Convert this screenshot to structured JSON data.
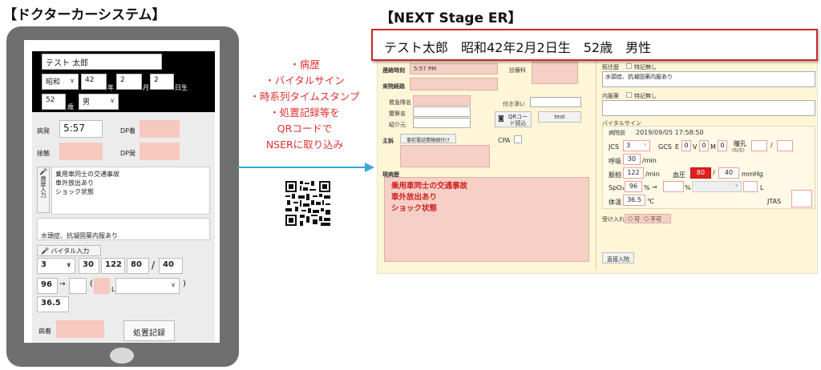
{
  "left_title": "【ドクターカーシステム】",
  "right_title": "【NEXT Stage ER】",
  "tablet": {
    "patient_name": "テスト 太郎",
    "era": "昭和",
    "year": "42",
    "year_unit": "年",
    "month": "2",
    "month_unit": "月",
    "day": "2",
    "day_unit": "日生",
    "age": "52",
    "age_unit": "歳",
    "sex": "男",
    "hasso_label": "病発",
    "hasso_time": "5:57",
    "dp_arrive_label": "DP着",
    "contact_label": "接触",
    "dp_depart_label": "DP発",
    "history_mic_label": "病歴入力",
    "history_lines": [
      "乗用車同士の交通事故",
      "車外放出あり",
      "ショック状態"
    ],
    "past_history": "水頭症、抗凝固薬内服あり",
    "vital_button": "バイタル入力",
    "jcs": "3",
    "hr": "30",
    "bp_sys": "122",
    "bp_dia": "80",
    "bp_slash": "/",
    "bp_extra": "40",
    "spo2": "96",
    "arrow": "→",
    "paren_open": "(",
    "oxygen_unit": "L",
    "paren_close": ")",
    "temp": "36.5",
    "hospital_arrive_label": "病着",
    "treatment_button": "処置記録"
  },
  "middle": {
    "lines": [
      "・病歴",
      "・バイタルサイン",
      "・時系列タイムスタンプ",
      "・処置記録等を",
      "QRコードで",
      "NSERに取り込み"
    ]
  },
  "nser": {
    "banner": "テスト太郎　昭和42年2月2日生　52歳　男性",
    "contact_time_label": "連絡時刻",
    "contact_time": "5:57 PM",
    "route_label": "来院経路",
    "dept_label": "診療科",
    "ambulance_label": "救急隊名",
    "police_label": "警察名",
    "referrer_label": "紹介元",
    "attendant_label": "付き添い",
    "qr_button": "QRコー ド読込",
    "test_button": "test",
    "complaint_label": "主訴",
    "prev_info_button": "事前電話情報細付け",
    "cpa_label": "CPA",
    "present_illness_label": "現病歴",
    "present_illness_lines": [
      "乗用車同士の交通事故",
      "車外放出あり",
      "ショック状態"
    ],
    "past_history_label": "既往歴",
    "no_special": "特記無し",
    "past_history": "水頭症、抗凝固薬内服あり",
    "meds_label": "内服薬",
    "vitals_label": "バイタルサイン",
    "vital_time_label": "病院前",
    "vital_time": "2019/09/05 17:58:50",
    "jcs_label": "JCS",
    "jcs": "3",
    "gcs_label": "GCS",
    "gcs_e_label": "E",
    "gcs_e": "0",
    "gcs_v_label": "V",
    "gcs_v": "0",
    "gcs_m_label": "M",
    "gcs_m": "0",
    "pupil_label": "瞳孔",
    "pupil_sub": "(右/左)",
    "pupil_slash": "/",
    "resp_label": "呼吸",
    "resp": "30",
    "resp_unit": "/min",
    "pulse_label": "脈拍",
    "pulse": "122",
    "pulse_unit": "/min",
    "bp_label": "血圧",
    "bp_sys": "80",
    "bp_slash": "/",
    "bp_dia": "40",
    "bp_unit": "mmHg",
    "spo2_label": "SpO₂",
    "spo2": "96",
    "spo2_unit": "%",
    "arrow": "→",
    "o2_unit": "L",
    "temp_label": "体温",
    "temp": "36.5",
    "temp_unit": "℃",
    "jtas_label": "JTAS",
    "accept_label": "受け入れ",
    "accept_yes": "可",
    "accept_no": "不可",
    "direct_admit_button": "直接入院"
  },
  "colors": {
    "accent_red": "#e03030",
    "arrow_blue": "#3aa6dc",
    "tablet_gray": "#6f6f6f",
    "pink_field": "#f7c8bd",
    "nser_bg": "#fff6d8"
  }
}
